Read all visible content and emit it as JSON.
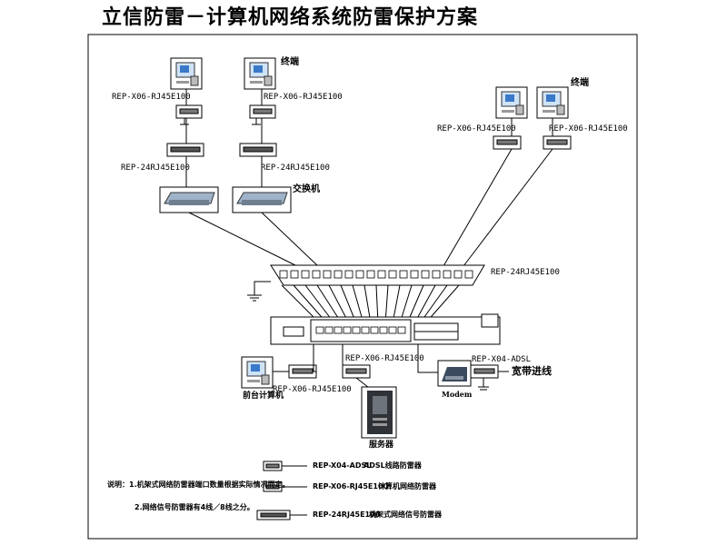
{
  "title": "立信防雷－计算机网络系统防雷保护方案",
  "labels": {
    "rep_x06_a": "REP-X06-RJ45E100",
    "rep_x06_b": "REP-X06-RJ45E100",
    "rep_x06_c": "REP-X06-RJ45E100",
    "rep_x06_d": "REP-X06-RJ45E100",
    "rep_24_a": "REP-24RJ45E100",
    "rep_24_b": "REP-24RJ45E100",
    "rep_24_main": "REP-24RJ45E100",
    "rep_x06_front": "REP-X06-RJ45E100",
    "rep_x06_server": "REP-X06-RJ45E100",
    "rep_x04": "REP-X04-ADSL",
    "terminal_left": "终端",
    "terminal_right": "终端",
    "switch": "交换机",
    "front_pc": "前台计算机",
    "server": "服务器",
    "modem": "Modem",
    "broadband": "宽带进线"
  },
  "legend": [
    {
      "code": "REP-X04-ADSL",
      "desc": "ADSL线路防雷器"
    },
    {
      "code": "REP-X06-RJ45E100",
      "desc": "计算机网络防雷器"
    },
    {
      "code": "REP-24RJ45E100",
      "desc": "机架式网络信号防雷器"
    }
  ],
  "notes": {
    "n1": "说明：1.机架式网络防雷器端口数量根据实际情况而定。",
    "n2": "2.网络信号防雷器有4线／8线之分。"
  }
}
